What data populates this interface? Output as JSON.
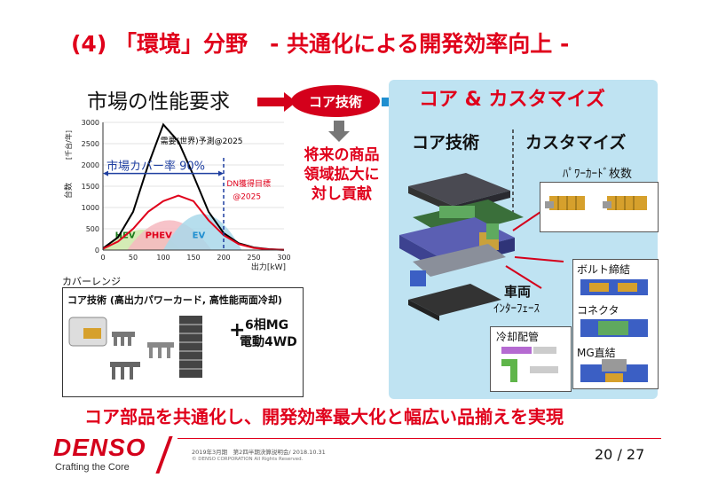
{
  "header": {
    "title": "(4) 「環境」分野　- 共通化による開発効率向上 -"
  },
  "market": {
    "title": "市場の性能要求"
  },
  "core_oval": "コア技術",
  "customize_title": "コア & カスタマイズ",
  "contribution": [
    "将来の商品",
    "領域拡大に",
    "対し貢献"
  ],
  "panel": {
    "core_header": "コア技術",
    "custom_header": "カスタマイズ",
    "power_card_label": "ﾊﾟﾜｰｶｰﾄﾞ枚数",
    "bolt_label": "ボルト締結",
    "connector_label": "コネクタ",
    "mg_direct_label": "MG直結",
    "vehicle_interface": [
      "車両",
      "ｲﾝﾀｰﾌｪｰｽ"
    ],
    "cooling_label": "冷却配管"
  },
  "chart_data": {
    "type": "line",
    "ylabel": [
      "台数",
      "[千台/年]"
    ],
    "xlabel": "出力[kW]",
    "xlim": [
      0,
      300
    ],
    "ylim": [
      0,
      3000
    ],
    "xticks": [
      "0",
      "50",
      "100",
      "150",
      "200",
      "250",
      "300"
    ],
    "yticks": [
      "0",
      "500",
      "1000",
      "1500",
      "2000",
      "2500",
      "3000"
    ],
    "series": [
      {
        "name": "需要(世界)予測@2025",
        "color": "#000000",
        "x": [
          0,
          25,
          50,
          75,
          100,
          125,
          150,
          175,
          200,
          225,
          250,
          275,
          300
        ],
        "y": [
          40,
          300,
          900,
          2000,
          2950,
          2550,
          1750,
          900,
          400,
          160,
          60,
          20,
          5
        ]
      },
      {
        "name": "DN獲得目標@2025",
        "color": "#e0001b",
        "x": [
          0,
          25,
          50,
          75,
          100,
          125,
          150,
          175,
          200,
          225,
          250,
          275,
          300
        ],
        "y": [
          30,
          200,
          500,
          900,
          1150,
          1280,
          1150,
          700,
          350,
          140,
          50,
          15,
          5
        ]
      }
    ],
    "areas": [
      {
        "name": "HEV",
        "color": "#cde8a8"
      },
      {
        "name": "PHEV",
        "color": "#f6b8bf"
      },
      {
        "name": "EV",
        "color": "#a9d8ea"
      }
    ],
    "annotation": {
      "label": "市場カバー率 90%",
      "from": 0,
      "to": 200
    }
  },
  "cover_range": {
    "label": "カバーレンジ",
    "header": "コア技術 (高出力パワーカード, 高性能両面冷却)",
    "plus": "+",
    "extra": [
      "6相MG",
      "電動4WD"
    ]
  },
  "bottom_message": "コア部品を共通化し、開発効率最大化と幅広い品揃えを実現",
  "footer": {
    "logo": "DENSO",
    "tagline": "Crafting the Core",
    "line1": "2019年3月期　第2四半期決算説明会/ 2018.10.31",
    "line2": "© DENSO CORPORATION All Rights Reserved.",
    "page": "20 / 27"
  },
  "colors": {
    "accent": "#e0001b",
    "panel": "#bfe3f2"
  }
}
